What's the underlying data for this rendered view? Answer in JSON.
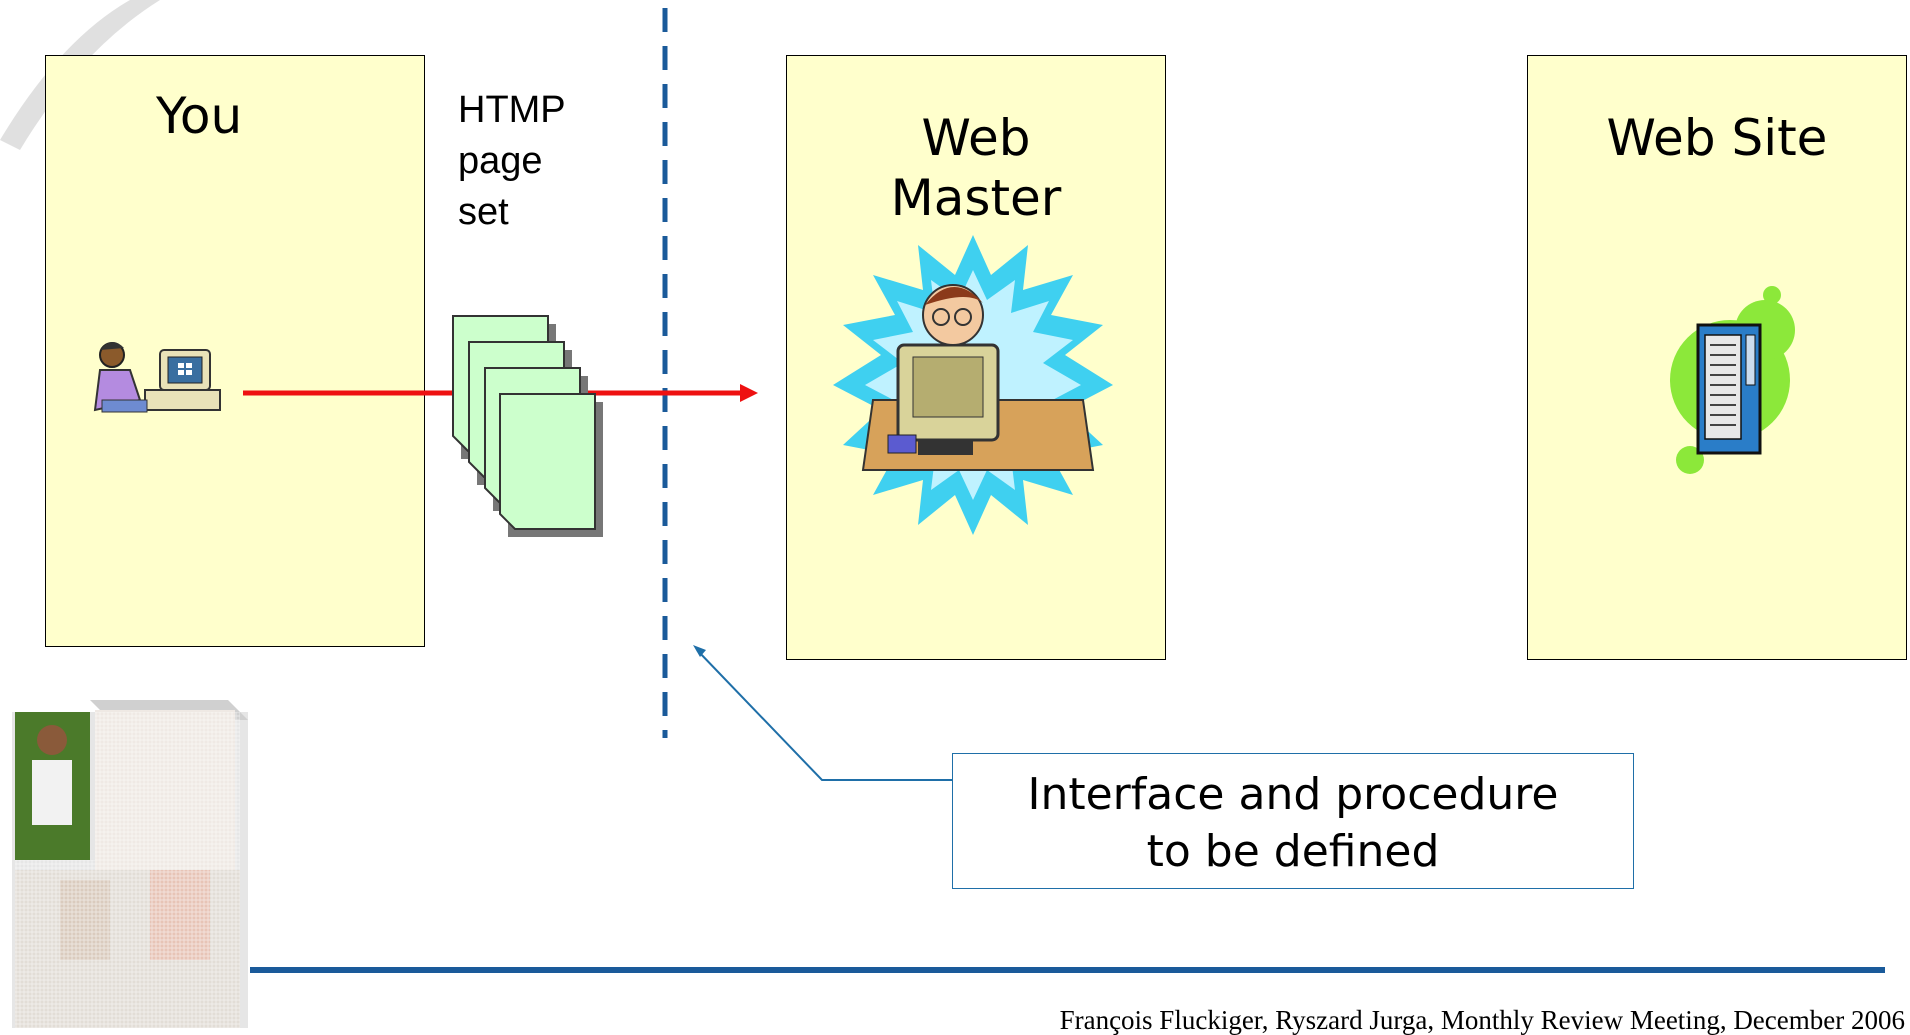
{
  "boxes": {
    "you": {
      "title": "You"
    },
    "webmaster": {
      "title_line1": "Web",
      "title_line2": "Master"
    },
    "website": {
      "title": "Web Site"
    }
  },
  "pageset": {
    "line1": "HTMP",
    "line2": "page",
    "line3": "set"
  },
  "callout": {
    "line1": "Interface and procedure",
    "line2": "to be defined"
  },
  "footer": {
    "text": "François Fluckiger, Ryszard Jurga, Monthly Review Meeting, December 2006"
  },
  "colors": {
    "box_fill": "#ffffcc",
    "arrow": "#ee1111",
    "divider": "#1a5a9a",
    "footer_rule": "#1a5a9a",
    "callout_border": "#1f6fa8",
    "page_fill": "#ccffcc"
  },
  "icons": [
    "user-at-computer-icon",
    "html-pages-stack-icon",
    "webmaster-clipart-icon",
    "server-icon",
    "team-photo"
  ]
}
